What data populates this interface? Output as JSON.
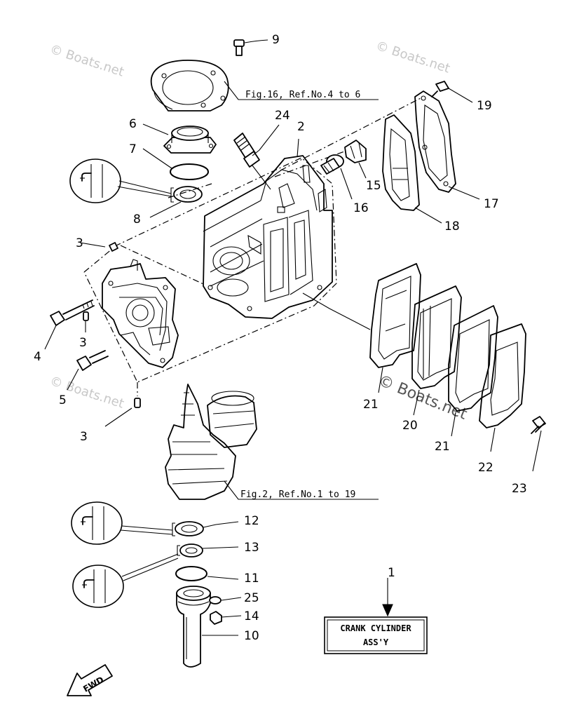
{
  "watermarks": [
    "© Boats.net",
    "© Boats.net",
    "© Boats.net",
    "© Boats.net"
  ],
  "callouts": {
    "c9": "9",
    "c19": "19",
    "c6": "6",
    "c24": "24",
    "c2": "2",
    "c7": "7",
    "c15": "15",
    "c17": "17",
    "c8": "8",
    "c16": "16",
    "c18": "18",
    "c3a": "3",
    "c3b": "3",
    "c4": "4",
    "c5": "5",
    "c3c": "3",
    "c21a": "21",
    "c20": "20",
    "c21b": "21",
    "c22": "22",
    "c23": "23",
    "c12": "12",
    "c13": "13",
    "c11": "11",
    "c1": "1",
    "c25": "25",
    "c14": "14",
    "c10": "10"
  },
  "references": {
    "fig16": "Fig.16, Ref.No.4 to 6",
    "fig2": "Fig.2, Ref.No.1 to 19"
  },
  "assembly_box": {
    "line1": "CRANK CYLINDER",
    "line2": "ASS'Y"
  },
  "fwd_label": "FWD",
  "icons": [
    "grease-tube-icon",
    "fwd-arrow-icon"
  ]
}
